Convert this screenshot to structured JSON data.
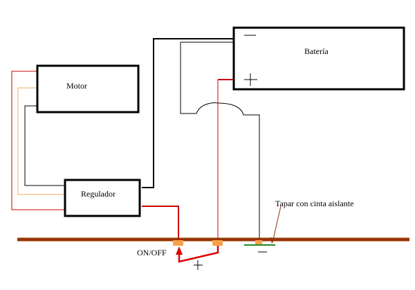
{
  "components": {
    "motor": {
      "label": "Motor"
    },
    "regulator": {
      "label": "Regulador"
    },
    "battery": {
      "label": "Batería",
      "negative_sign": "—",
      "positive_sign": "+"
    }
  },
  "annotations": {
    "switch_label": "ON/OFF",
    "plus_label": "+",
    "minus_label": "—",
    "tape_note": "Tapar con cinta aislante"
  },
  "colors": {
    "wire_black": "#000000",
    "wire_red": "#cc0000",
    "wire_orange": "#f0a860",
    "chassis_bar": "#993300",
    "contact_pad": "#f7a24a",
    "insulating_tape": "#228822",
    "arrow": "#993300"
  }
}
